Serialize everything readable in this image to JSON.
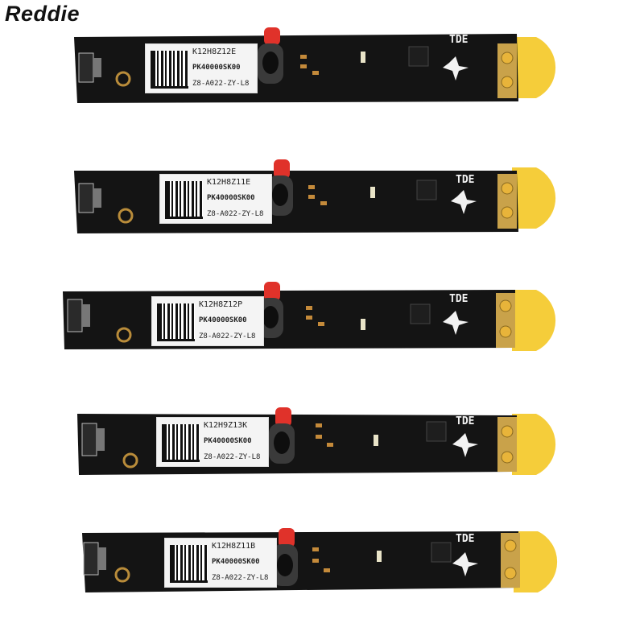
{
  "brand": {
    "text": "Reddie"
  },
  "boards": [
    {
      "serial": "K12H8Z12E",
      "part": "PK40000SK00",
      "code": "Z8-A022-ZY-L8",
      "logo": "TDE"
    },
    {
      "serial": "K12H8Z11E",
      "part": "PK40000SK00",
      "code": "Z8-A022-ZY-L8",
      "logo": "TDE"
    },
    {
      "serial": "K12H8Z12P",
      "part": "PK40000SK00",
      "code": "Z8-A022-ZY-L8",
      "logo": "TDE"
    },
    {
      "serial": "K12H9Z13K",
      "part": "PK40000SK00",
      "code": "Z8-A022-ZY-L8",
      "logo": "TDE"
    },
    {
      "serial": "K12H8Z11B",
      "part": "PK40000SK00",
      "code": "Z8-A022-ZY-L8",
      "logo": "TDE"
    }
  ],
  "colors": {
    "pcb": "#141414",
    "gold": "#c9a24a",
    "tape": "#f5cd3a",
    "led_cap": "#e0322a",
    "copper": "#b98c3a"
  }
}
